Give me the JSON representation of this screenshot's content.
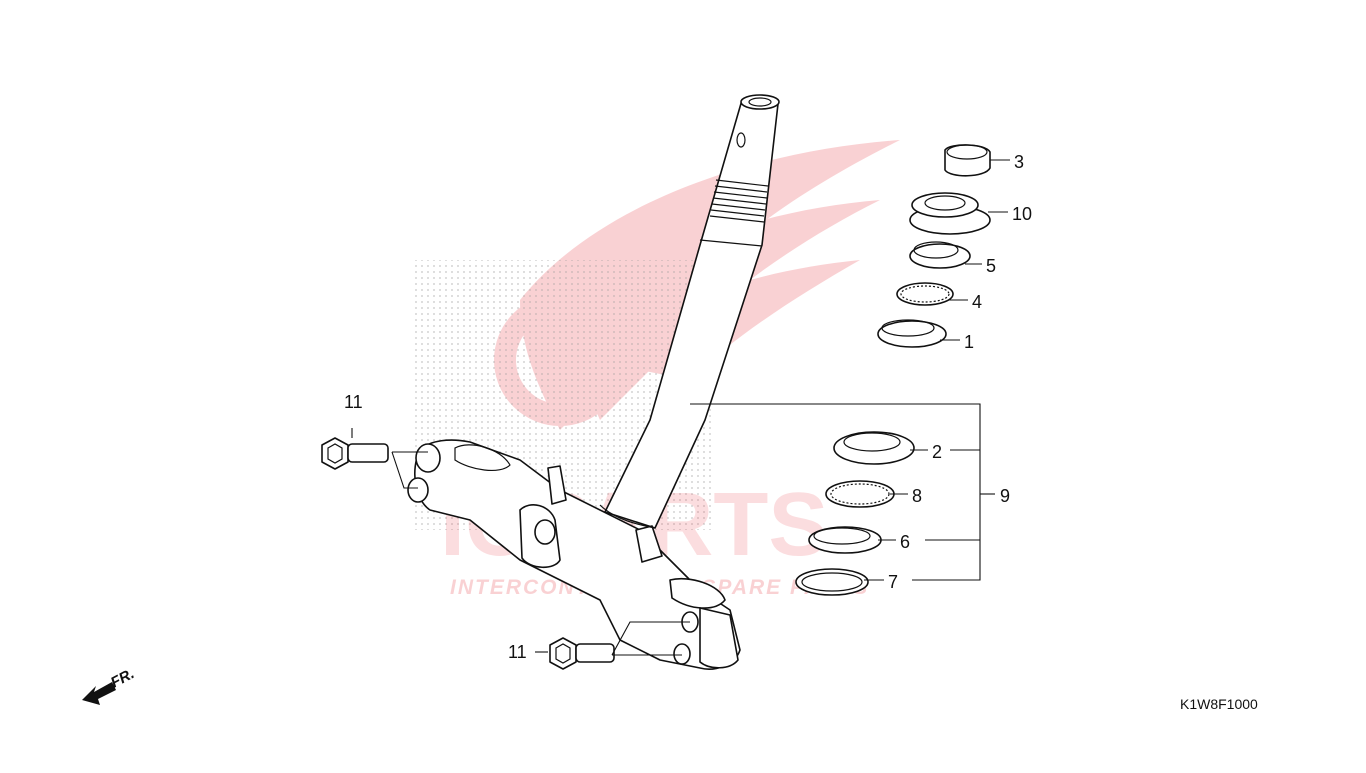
{
  "watermark": {
    "brand": "ICPARTS",
    "tagline": "INTERCONTINENTAL SPARE PARTS",
    "color": "#e8323c"
  },
  "diagram_code": "K1W8F1000",
  "direction_indicator": "FR.",
  "callouts": [
    {
      "id": "3",
      "label": "3"
    },
    {
      "id": "10",
      "label": "10"
    },
    {
      "id": "5",
      "label": "5"
    },
    {
      "id": "4",
      "label": "4"
    },
    {
      "id": "1",
      "label": "1"
    },
    {
      "id": "2",
      "label": "2"
    },
    {
      "id": "8",
      "label": "8"
    },
    {
      "id": "9",
      "label": "9"
    },
    {
      "id": "6",
      "label": "6"
    },
    {
      "id": "7",
      "label": "7"
    },
    {
      "id": "11a",
      "label": "11"
    },
    {
      "id": "11b",
      "label": "11"
    }
  ]
}
